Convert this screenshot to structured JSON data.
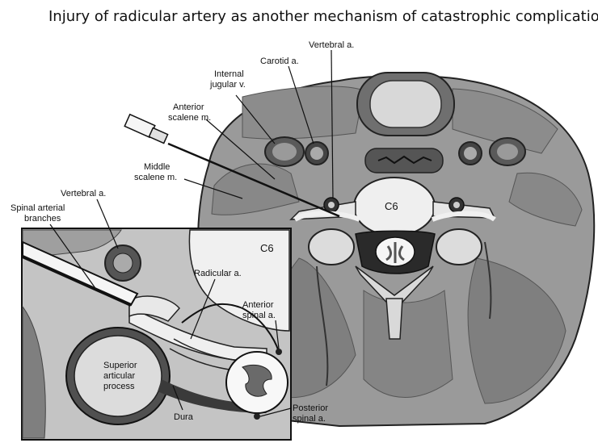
{
  "title": "Injury of radicular artery as another mechanism of catastrophic complication",
  "labels": {
    "vertebral_top": "Vertebral a.",
    "carotid": "Carotid a.",
    "internal_jugular_1": "Internal",
    "internal_jugular_2": "jugular v.",
    "anterior_scalene_1": "Anterior",
    "anterior_scalene_2": "scalene m.",
    "middle_scalene_1": "Middle",
    "middle_scalene_2": "scalene m.",
    "c6_main": "C6",
    "vertebral_inset": "Vertebral a.",
    "spinal_arterial_1": "Spinal arterial",
    "spinal_arterial_2": "branches",
    "c6_inset": "C6",
    "radicular": "Radicular a.",
    "anterior_spinal_1": "Anterior",
    "anterior_spinal_2": "spinal a.",
    "superior_articular_1": "Superior",
    "superior_articular_2": "articular",
    "superior_articular_3": "process",
    "dura": "Dura",
    "posterior_spinal_1": "Posterior",
    "posterior_spinal_2": "spinal a."
  },
  "colors": {
    "tissue": "#9a9a9a",
    "muscle": "#808080",
    "light": "#d6d6d6",
    "white": "#f2f2f2",
    "dark": "#3a3a3a"
  }
}
